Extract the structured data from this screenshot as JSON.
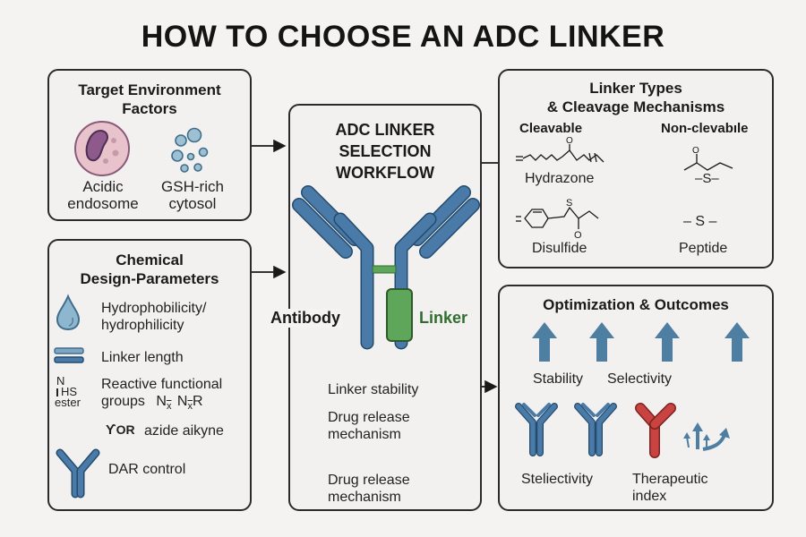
{
  "title": "HOW TO CHOOSE AN ADC LINKER",
  "colors": {
    "antibody_blue": "#4a7aa7",
    "antibody_outline": "#234b6e",
    "linker_green": "#5ea65a",
    "linker_text": "#2f6e2e",
    "outcome_red": "#c94440",
    "arrow_blue": "#4f7ea3",
    "endosome_pink": "#e9c3cc",
    "nucleus_purple": "#8e5a8c",
    "droplet_blue": "#8fb6cf"
  },
  "target_environment": {
    "title_line1": "Target Environment",
    "title_line2": "Factors",
    "items": [
      {
        "icon": "endosome-icon",
        "line1": "Acidic",
        "line2": "endosome"
      },
      {
        "icon": "gsh-bubbles-icon",
        "line1": "GSH-rich",
        "line2": "cytosol"
      }
    ]
  },
  "chemical_design": {
    "title_line1": "Chemical",
    "title_line2": "Design-Parameters",
    "items": [
      {
        "icon": "water-drop-icon",
        "line1": "Hydrophobilicity/",
        "line2": "hydrophilicity"
      },
      {
        "icon": "linker-length-icon",
        "line1": "Linker length"
      },
      {
        "icon": "nhs-ester-icon",
        "icon_text1": "N",
        "icon_text2": "HS",
        "icon_text3": "ester",
        "line1": "Reactive functional",
        "line2": "groups",
        "formula1": "N",
        "formula1_sub": "x",
        "formula2": "N",
        "formula2_tail": "R",
        "formula2_sub": "x"
      },
      {
        "icon": "or-branch-icon",
        "icon_text": "OR",
        "line1": "azide aikyne"
      },
      {
        "icon": "antibody-icon",
        "line1": "DAR control"
      }
    ]
  },
  "workflow": {
    "title_line1": "ADC LINKER",
    "title_line2": "SELECTION",
    "title_line3": "WORKFLOW",
    "antibody_label": "Antibody",
    "linker_label": "Linker",
    "steps": [
      {
        "line1": "Linker stability"
      },
      {
        "line1": "Drug release",
        "line2": "mechanism"
      },
      {
        "line1": "Drug release",
        "line2": "mechanism"
      }
    ]
  },
  "linker_types": {
    "title_line1": "Linker Types",
    "title_line2": "& Cleavage Mechanisms",
    "cleavable_heading": "Cleavable",
    "noncleavable_heading": "Non-clevabıle",
    "items": [
      {
        "name": "Hydrazone",
        "structure": "hydrazone-structure-icon"
      },
      {
        "name": "Disulfide",
        "structure": "disulfide-structure-icon",
        "atom": "S",
        "atom2": "O"
      },
      {
        "name": "",
        "structure": "thioether-structure-icon",
        "atom": "O",
        "bridge": "–S–"
      },
      {
        "name": "Peptide",
        "structure": "peptide-structure-icon",
        "bridge": "– S –"
      }
    ],
    "hydrazone_atom": "O"
  },
  "outcomes": {
    "title": "Optimization & Outcomes",
    "arrow_labels": [
      "Stability",
      "Selectivity"
    ],
    "arrow_count": 4,
    "bottom_labels": [
      {
        "line1": "Steliectivity"
      },
      {
        "line1": "Therapeutic",
        "line2": "index"
      }
    ]
  }
}
